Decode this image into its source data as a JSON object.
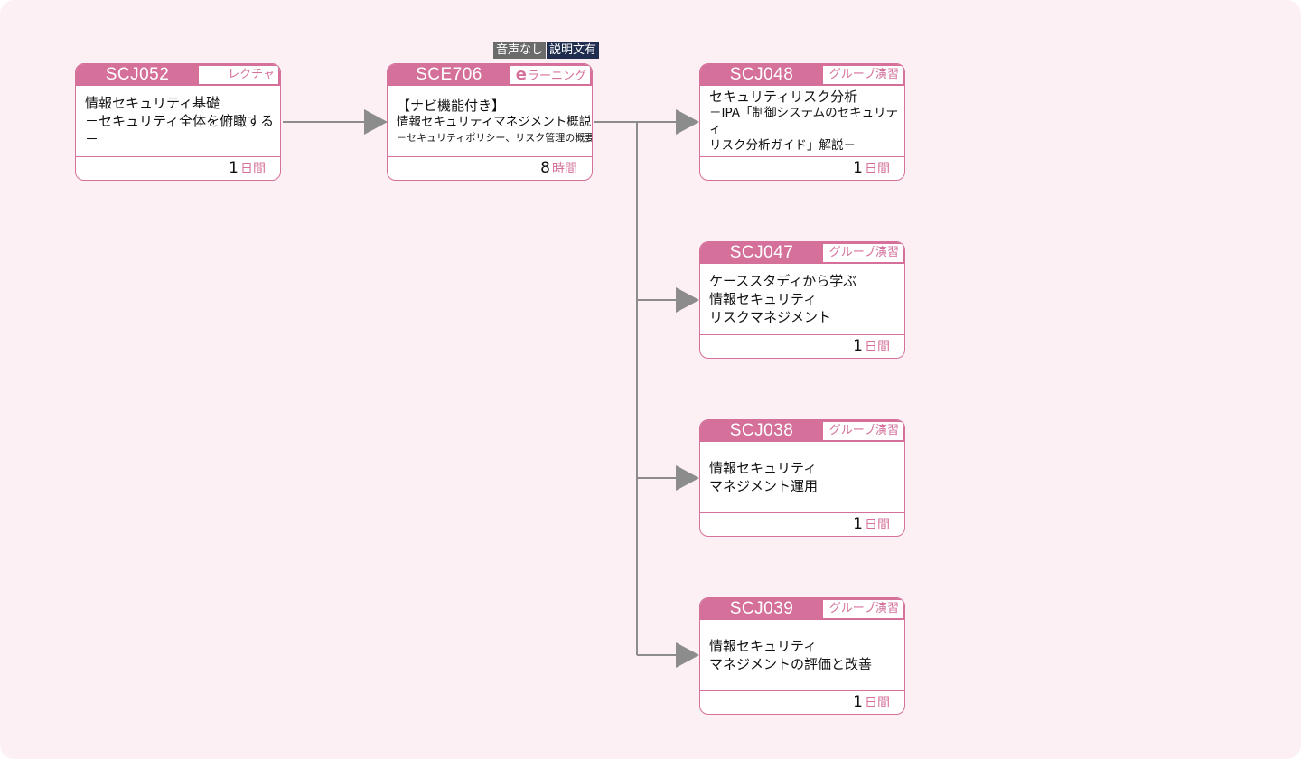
{
  "tags": {
    "no_sound": "音声なし",
    "caption": "説明文有"
  },
  "courses": [
    {
      "code": "SCJ052",
      "type": "レクチャ",
      "lines": [
        "情報セキュリティ基礎",
        "－セキュリティ全体を俯瞰する－"
      ],
      "duration": "1",
      "unit": "日間"
    },
    {
      "code": "SCE706",
      "type_prefix": "e",
      "type": "ラーニング",
      "lines": [
        "【ナビ機能付き】",
        "情報セキュリティマネジメント概説",
        "－セキュリティポリシー、リスク管理の概要と法制度－"
      ],
      "duration": "8",
      "unit": "時間"
    },
    {
      "code": "SCJ048",
      "type": "グループ演習",
      "lines": [
        "セキュリティリスク分析",
        "－IPA「制御システムのセキュリティ",
        "リスク分析ガイド」解説－"
      ],
      "duration": "1",
      "unit": "日間"
    },
    {
      "code": "SCJ047",
      "type": "グループ演習",
      "lines": [
        "ケーススタディから学ぶ",
        "情報セキュリティ",
        "リスクマネジメント"
      ],
      "duration": "1",
      "unit": "日間"
    },
    {
      "code": "SCJ038",
      "type": "グループ演習",
      "lines": [
        "情報セキュリティ",
        "マネジメント運用"
      ],
      "duration": "1",
      "unit": "日間"
    },
    {
      "code": "SCJ039",
      "type": "グループ演習",
      "lines": [
        "情報セキュリティ",
        "マネジメントの評価と改善"
      ],
      "duration": "1",
      "unit": "日間"
    }
  ],
  "colors": {
    "accent": "#d4709a",
    "connector": "#8c8c8c",
    "background": "#fdf0f4",
    "tag_gray": "#6b6b6b",
    "tag_navy": "#1f2d4e"
  }
}
